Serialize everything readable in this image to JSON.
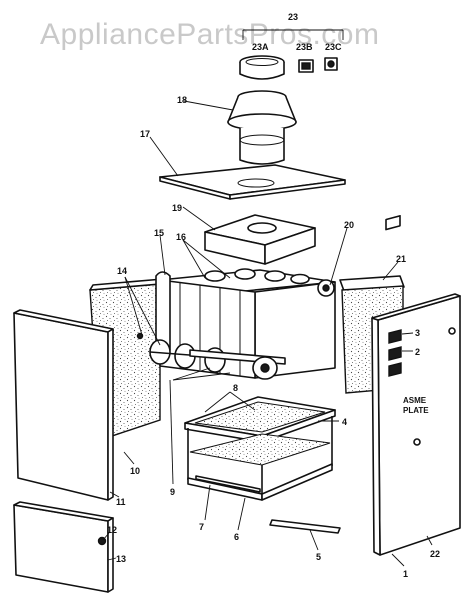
{
  "watermark": "AppliancePartsPros.com",
  "callouts": {
    "c23": "23",
    "c23a": "23A",
    "c23b": "23B",
    "c23c": "23C",
    "c18": "18",
    "c17": "17",
    "c19": "19",
    "c20": "20",
    "c21": "21",
    "c15": "15",
    "c16": "16",
    "c14": "14",
    "c3": "3",
    "c2": "2",
    "c8": "8",
    "c4": "4",
    "c10": "10",
    "c11": "11",
    "c9": "9",
    "c7": "7",
    "c6": "6",
    "c12": "12",
    "c13": "13",
    "c5": "5",
    "c1": "1",
    "c22": "22"
  },
  "plate": {
    "line1": "ASME",
    "line2": "PLATE"
  }
}
